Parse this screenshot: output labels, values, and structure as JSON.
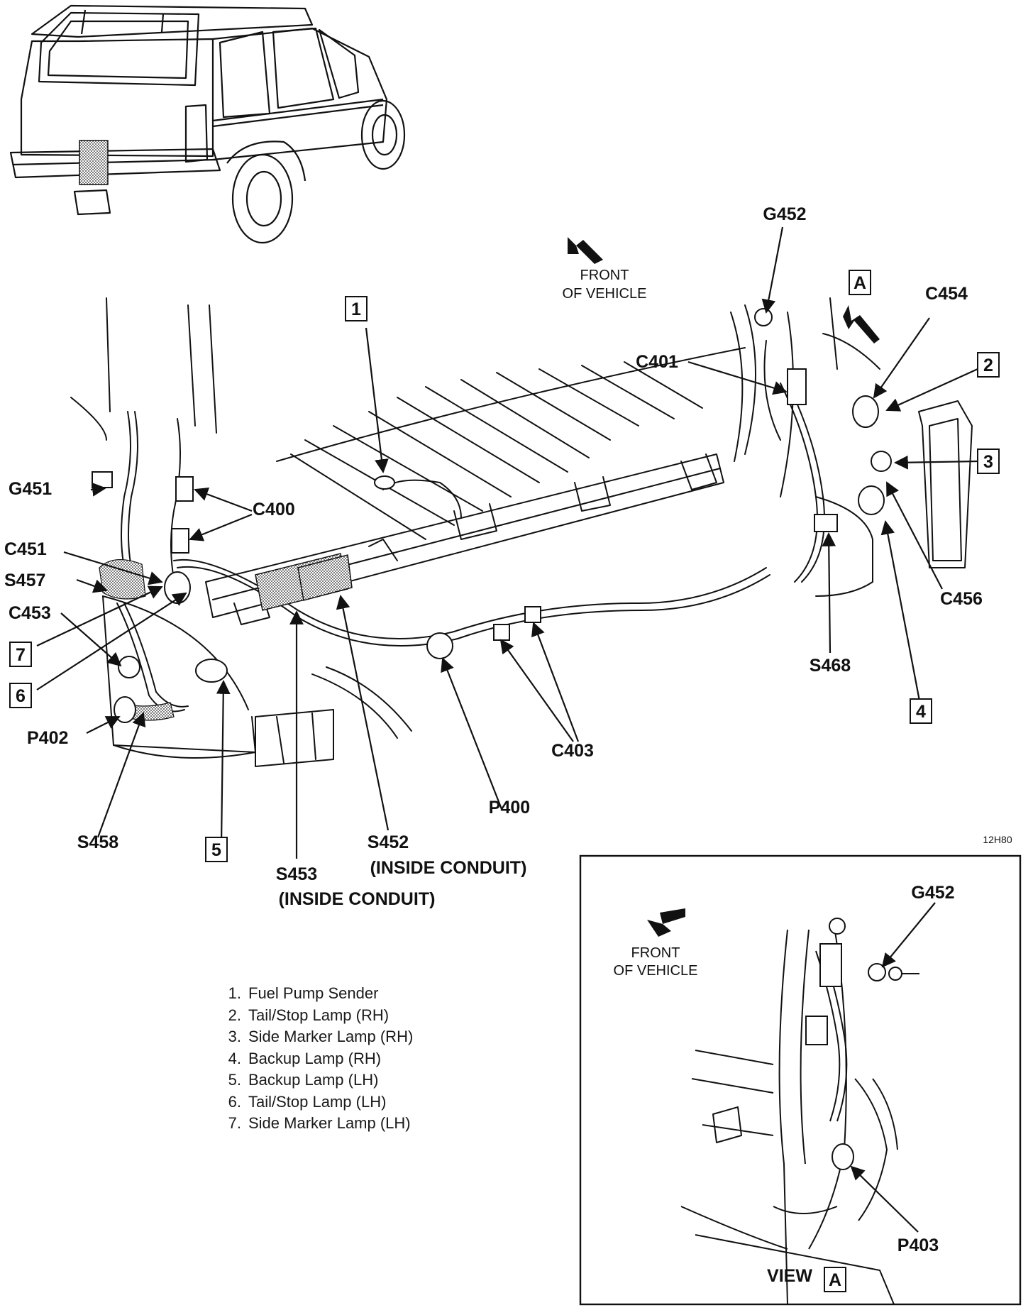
{
  "callouts": {
    "g452_top": "G452",
    "c454": "C454",
    "c401": "C401",
    "g451": "G451",
    "c400": "C400",
    "c451": "C451",
    "s457": "S457",
    "c453": "C453",
    "p402": "P402",
    "s458": "S458",
    "s453": "S453",
    "s453_note": "(INSIDE CONDUIT)",
    "s452": "S452",
    "s452_note": "(INSIDE CONDUIT)",
    "p400": "P400",
    "c403": "C403",
    "s468": "S468",
    "c456": "C456"
  },
  "boxes": {
    "b1": "1",
    "b2": "2",
    "b3": "3",
    "b4": "4",
    "b5": "5",
    "b6": "6",
    "b7": "7",
    "bA": "A"
  },
  "front_label": {
    "line1": "FRONT",
    "line2": "OF VEHICLE"
  },
  "figure_code": "12H80",
  "inset": {
    "front_line1": "FRONT",
    "front_line2": "OF VEHICLE",
    "g452": "G452",
    "p403": "P403",
    "view_label": "VIEW",
    "view_box": "A"
  },
  "legend": [
    {
      "num": "1.",
      "text": "Fuel Pump Sender"
    },
    {
      "num": "2.",
      "text": "Tail/Stop Lamp (RH)"
    },
    {
      "num": "3.",
      "text": "Side Marker Lamp (RH)"
    },
    {
      "num": "4.",
      "text": "Backup Lamp (RH)"
    },
    {
      "num": "5.",
      "text": "Backup Lamp (LH)"
    },
    {
      "num": "6.",
      "text": "Tail/Stop Lamp (LH)"
    },
    {
      "num": "7.",
      "text": "Side Marker Lamp (LH)"
    }
  ]
}
